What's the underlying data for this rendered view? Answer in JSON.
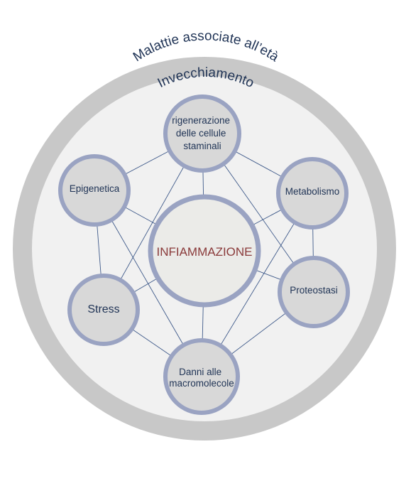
{
  "outer_ring": {
    "label_outer": "Malattie associate all’età",
    "label_inner": "Invecchiamento"
  },
  "center": {
    "label": "INFIAMMAZIONE"
  },
  "nodes": {
    "rigenerazione": {
      "lines": [
        "rigenerazione",
        "delle cellule",
        "staminali"
      ]
    },
    "epigenetica": {
      "lines": [
        "Epigenetica"
      ]
    },
    "metabolismo": {
      "lines": [
        "Metabolismo"
      ]
    },
    "stress": {
      "lines": [
        "Stress"
      ]
    },
    "proteostasi": {
      "lines": [
        "Proteostasi"
      ]
    },
    "danni": {
      "lines": [
        "Danni alle",
        "macromolecole"
      ]
    }
  },
  "colors": {
    "outer_ring": "#c8c8c8",
    "inner_disc": "#f1f1f1",
    "node_fill": "#d8d8d8",
    "node_border": "#9aa3c2",
    "center_fill": "#ebebe8",
    "line": "#3f5a8a",
    "text": "#1f3355",
    "center_text": "#8a3a3a"
  }
}
